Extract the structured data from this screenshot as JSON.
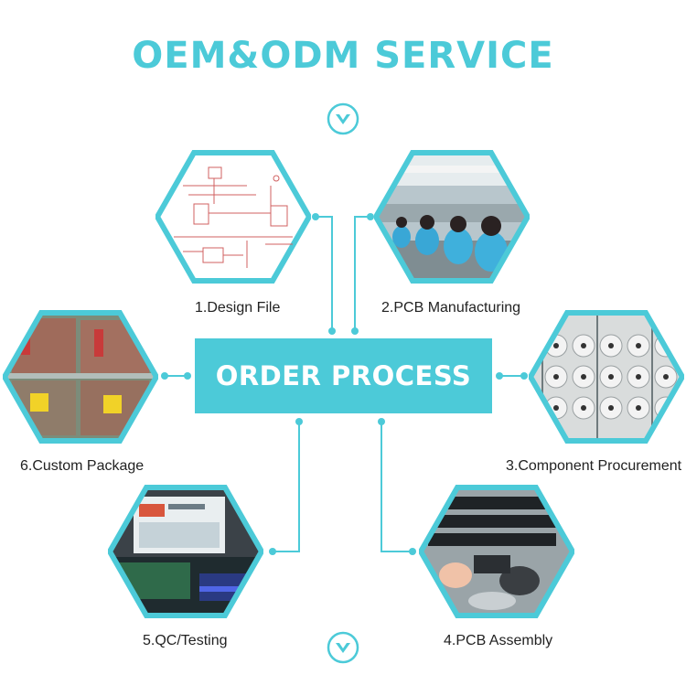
{
  "header": {
    "title": "OEM&ODM SERVICE"
  },
  "center": {
    "label": "ORDER PROCESS"
  },
  "steps": [
    {
      "label": "1.Design File",
      "icon": "circuit-schematic-image"
    },
    {
      "label": "2.PCB Manufacturing",
      "icon": "factory-workers-image"
    },
    {
      "label": "3.Component Procurement",
      "icon": "component-reels-image"
    },
    {
      "label": "4.PCB Assembly",
      "icon": "pcb-assembly-image"
    },
    {
      "label": "5.QC/Testing",
      "icon": "qc-testing-image"
    },
    {
      "label": "6.Custom Package",
      "icon": "packaged-boards-image"
    }
  ],
  "colors": {
    "accent": "#4ccad8",
    "text": "#222222"
  }
}
